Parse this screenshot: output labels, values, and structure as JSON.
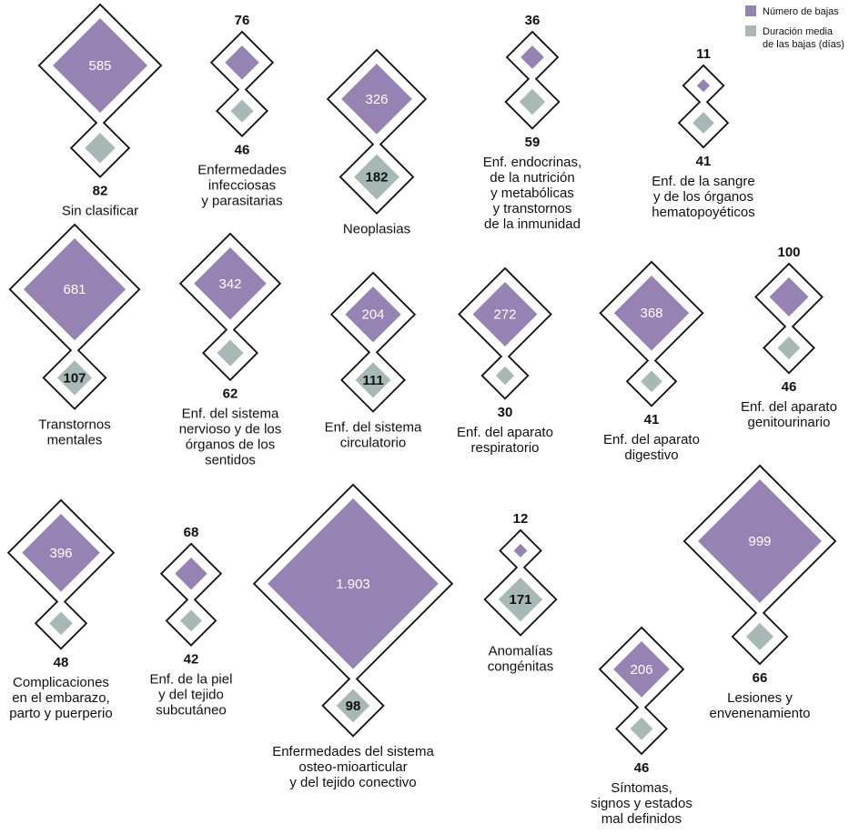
{
  "chart_data": {
    "type": "diamond-pairs",
    "legend": [
      {
        "label_lines": [
          "Número de bajas"
        ],
        "color": "#9682b3"
      },
      {
        "label_lines": [
          "Duración media",
          "de las bajas (días)"
        ],
        "color": "#a8b8b5"
      }
    ],
    "colors": {
      "count": "#9682b3",
      "duration": "#a8b8b5",
      "outline": "#111111"
    },
    "items": [
      {
        "category_lines": [
          "Sin clasificar"
        ],
        "count": 585,
        "count_label": "585",
        "duration": 82,
        "duration_label": "82"
      },
      {
        "category_lines": [
          "Enfermedades",
          "infecciosas",
          "y parasitarias"
        ],
        "count": 76,
        "count_label": "76",
        "duration": 46,
        "duration_label": "46"
      },
      {
        "category_lines": [
          "Neoplasias"
        ],
        "count": 326,
        "count_label": "326",
        "duration": 182,
        "duration_label": "182"
      },
      {
        "category_lines": [
          "Enf. endocrinas,",
          "de la nutrición",
          "y metabólicas",
          "y transtornos",
          "de la inmunidad"
        ],
        "count": 36,
        "count_label": "36",
        "duration": 59,
        "duration_label": "59"
      },
      {
        "category_lines": [
          "Enf. de la sangre",
          "y de los órganos",
          "hematopoyéticos"
        ],
        "count": 11,
        "count_label": "11",
        "duration": 41,
        "duration_label": "41"
      },
      {
        "category_lines": [
          "Transtornos",
          "mentales"
        ],
        "count": 681,
        "count_label": "681",
        "duration": 107,
        "duration_label": "107"
      },
      {
        "category_lines": [
          "Enf. del sistema",
          "nervioso y de los",
          "órganos de los",
          "sentidos"
        ],
        "count": 342,
        "count_label": "342",
        "duration": 62,
        "duration_label": "62"
      },
      {
        "category_lines": [
          "Enf. del sistema",
          "circulatorio"
        ],
        "count": 204,
        "count_label": "204",
        "duration": 111,
        "duration_label": "111"
      },
      {
        "category_lines": [
          "Enf. del aparato",
          "respiratorio"
        ],
        "count": 272,
        "count_label": "272",
        "duration": 30,
        "duration_label": "30"
      },
      {
        "category_lines": [
          "Enf. del aparato",
          "digestivo"
        ],
        "count": 368,
        "count_label": "368",
        "duration": 41,
        "duration_label": "41"
      },
      {
        "category_lines": [
          "Enf. del aparato",
          "genitourinario"
        ],
        "count": 100,
        "count_label": "100",
        "duration": 46,
        "duration_label": "46"
      },
      {
        "category_lines": [
          "Complicaciones",
          "en el embarazo,",
          "parto y puerperio"
        ],
        "count": 396,
        "count_label": "396",
        "duration": 48,
        "duration_label": "48"
      },
      {
        "category_lines": [
          "Enf. de la piel",
          "y del tejido",
          "subcutáneo"
        ],
        "count": 68,
        "count_label": "68",
        "duration": 42,
        "duration_label": "42"
      },
      {
        "category_lines": [
          "Enfermedades del sistema",
          "osteo-mioarticular",
          "y del tejido conectivo"
        ],
        "count": 1903,
        "count_label": "1.903",
        "duration": 98,
        "duration_label": "98"
      },
      {
        "category_lines": [
          "Anomalías",
          "congénitas"
        ],
        "count": 12,
        "count_label": "12",
        "duration": 171,
        "duration_label": "171"
      },
      {
        "category_lines": [
          "Síntomas,",
          "signos y estados",
          "mal definidos"
        ],
        "count": 206,
        "count_label": "206",
        "duration": 46,
        "duration_label": "46"
      },
      {
        "category_lines": [
          "Lesiones y",
          "envenenamiento"
        ],
        "count": 999,
        "count_label": "999",
        "duration": 66,
        "duration_label": "66"
      }
    ]
  }
}
